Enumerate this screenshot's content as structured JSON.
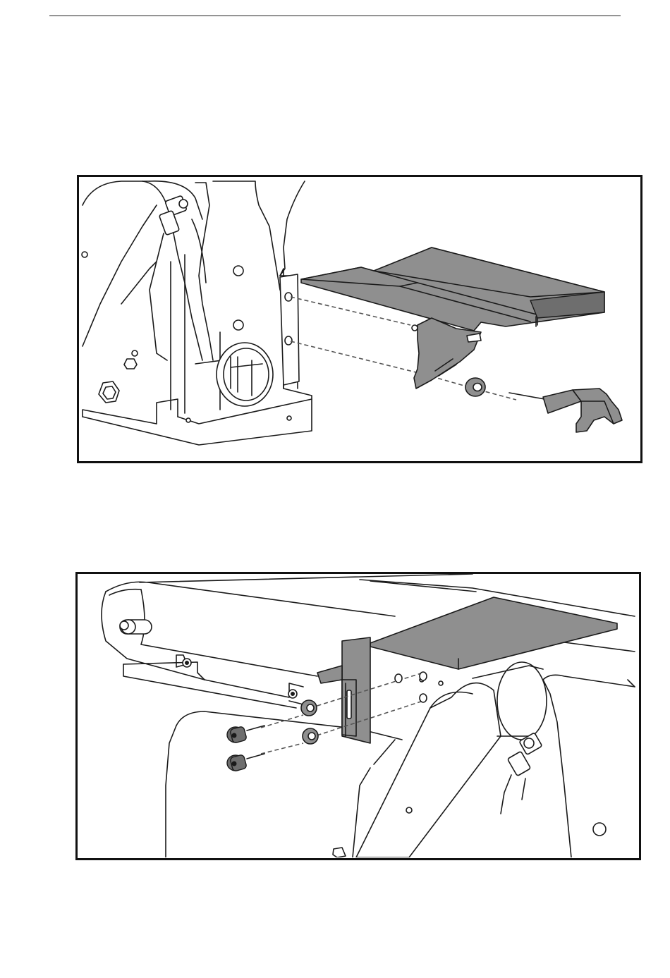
{
  "figures": [
    {
      "id": "fig1",
      "icon": "table-bracket-assembly-illustration"
    },
    {
      "id": "fig2",
      "icon": "disc-table-bracket-assembly-illustration"
    }
  ],
  "colors": {
    "line": "#1a1a1a",
    "part_fill": "#8f8f8f",
    "frame": "#111111"
  }
}
